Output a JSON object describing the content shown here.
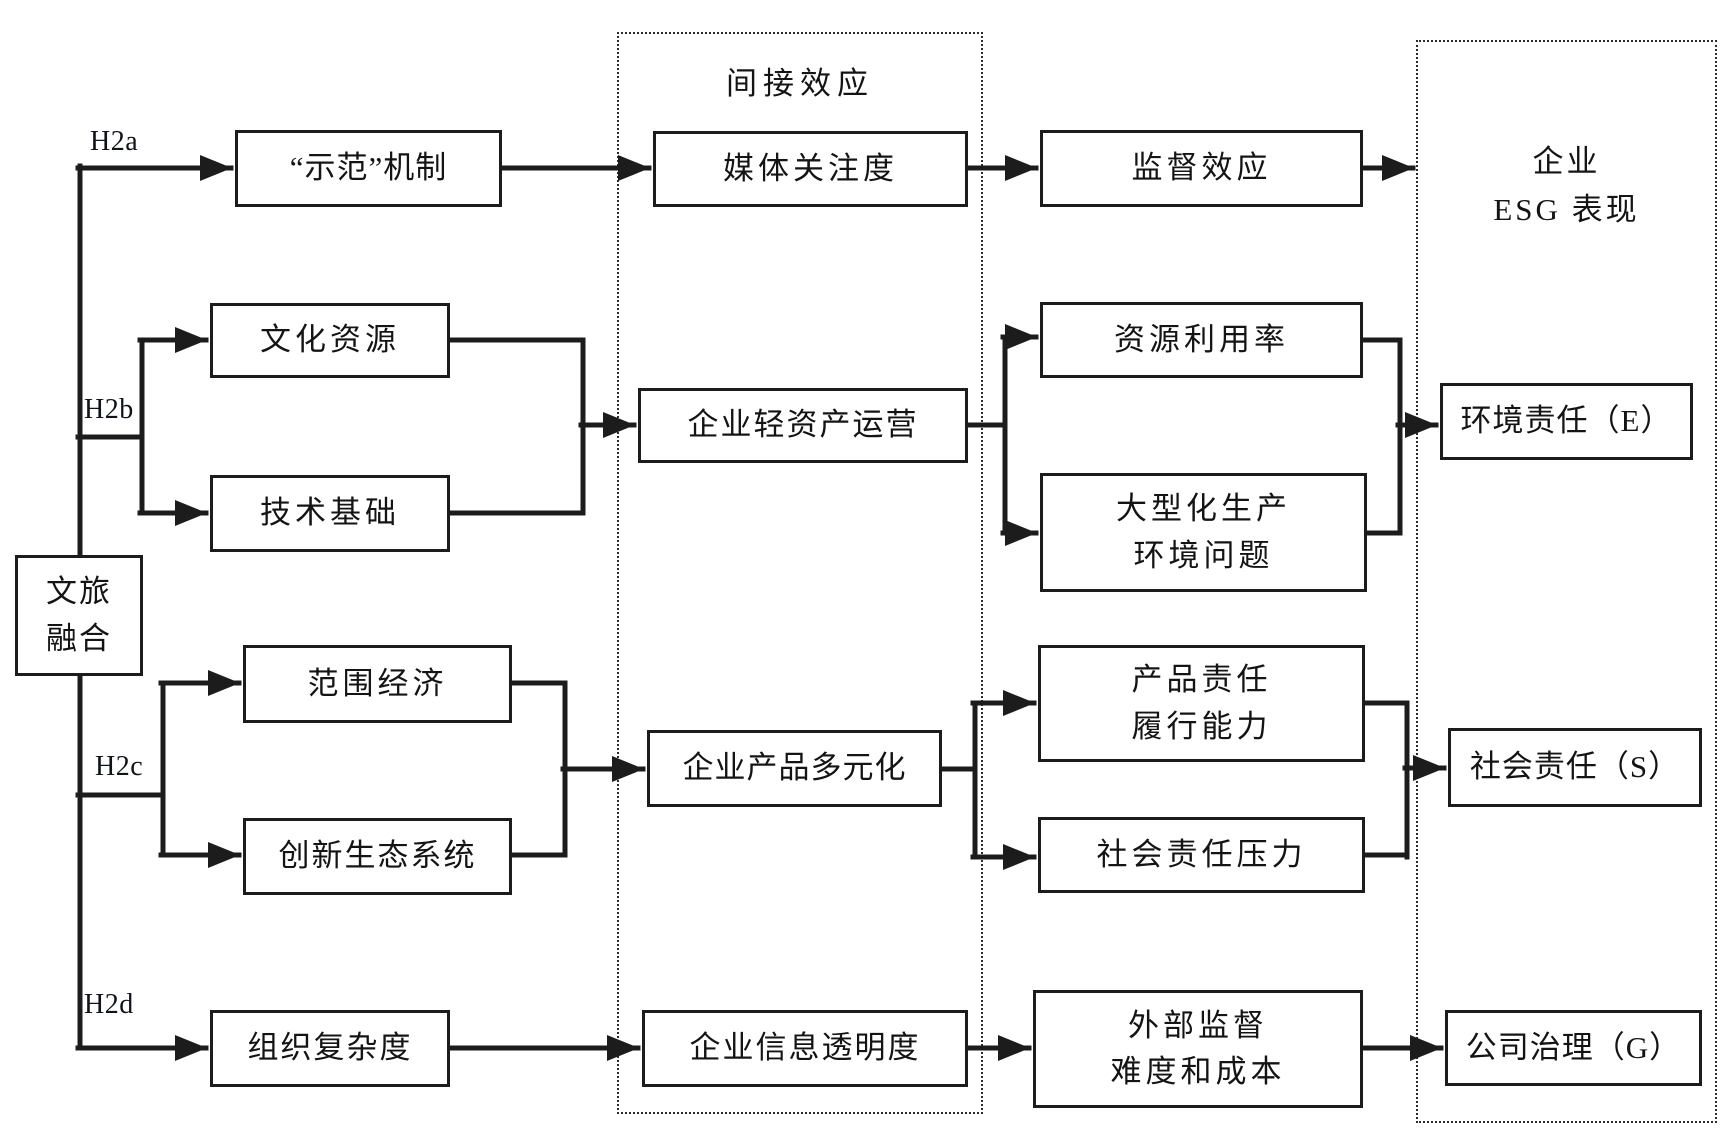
{
  "groups": {
    "indirect": {
      "label": "间接效应"
    },
    "esg": {
      "title_line1": "企业",
      "title_line2": "ESG 表现"
    }
  },
  "hypotheses": {
    "h2a": "H2a",
    "h2b": "H2b",
    "h2c": "H2c",
    "h2d": "H2d"
  },
  "nodes": {
    "culture_tourism_integration": {
      "lines": [
        "文旅",
        "融合"
      ]
    },
    "demonstration_mechanism": {
      "lines": [
        "“示范”机制"
      ]
    },
    "cultural_resources": {
      "lines": [
        "文化资源"
      ]
    },
    "technical_foundation": {
      "lines": [
        "技术基础"
      ]
    },
    "economies_of_scope": {
      "lines": [
        "范围经济"
      ]
    },
    "innovation_ecosystem": {
      "lines": [
        "创新生态系统"
      ]
    },
    "organizational_complexity": {
      "lines": [
        "组织复杂度"
      ]
    },
    "media_attention": {
      "lines": [
        "媒体关注度"
      ]
    },
    "asset_light_operation": {
      "lines": [
        "企业轻资产运营"
      ]
    },
    "product_diversification": {
      "lines": [
        "企业产品多元化"
      ]
    },
    "information_transparency": {
      "lines": [
        "企业信息透明度"
      ]
    },
    "supervision_effect": {
      "lines": [
        "监督效应"
      ]
    },
    "resource_utilization": {
      "lines": [
        "资源利用率"
      ]
    },
    "large_scale_production": {
      "lines": [
        "大型化生产",
        "环境问题"
      ]
    },
    "product_responsibility": {
      "lines": [
        "产品责任",
        "履行能力"
      ]
    },
    "social_responsibility_pressure": {
      "lines": [
        "社会责任压力"
      ]
    },
    "external_supervision": {
      "lines": [
        "外部监督",
        "难度和成本"
      ]
    },
    "environmental_responsibility": {
      "lines": [
        "环境责任（E）"
      ]
    },
    "social_responsibility": {
      "lines": [
        "社会责任（S）"
      ]
    },
    "corporate_governance": {
      "lines": [
        "公司治理（G）"
      ]
    }
  },
  "colors": {
    "line": "#1c1c1c",
    "text": "#141414",
    "background": "#ffffff"
  }
}
